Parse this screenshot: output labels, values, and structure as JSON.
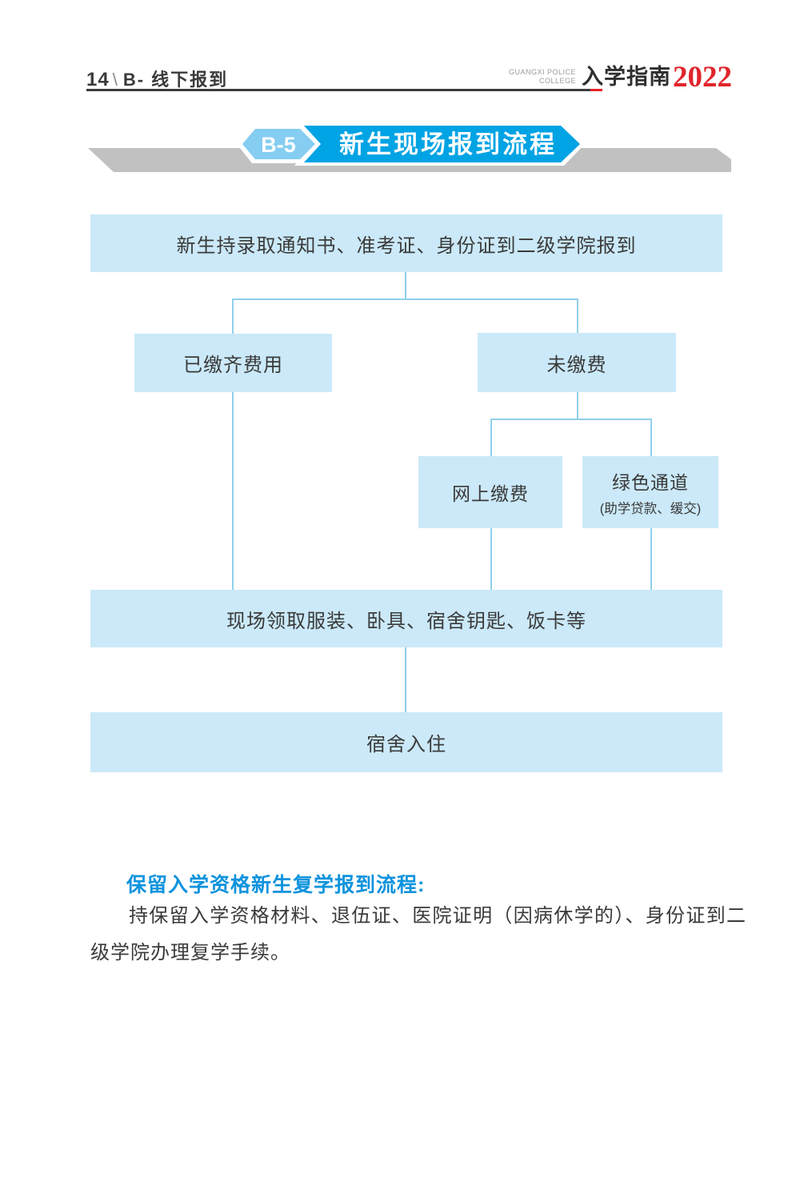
{
  "header": {
    "page_number": "14",
    "separator": "\\",
    "section": "B- 线下报到",
    "brand_en_line1": "GUANGXI POLICE",
    "brand_en_line2": "COLLEGE",
    "brand_cn": "入学指南",
    "year": "2022"
  },
  "banner": {
    "tag": "B-5",
    "title": "新生现场报到流程"
  },
  "flowchart": {
    "report_to_college": "新生持录取通知书、准考证、身份证到二级学院报到",
    "paid": "已缴齐费用",
    "unpaid": "未缴费",
    "online_payment": "网上缴费",
    "green_channel": "绿色通道",
    "green_channel_note": "(助学贷款、缓交)",
    "collect_items": "现场领取服装、卧具、宿舍钥匙、饭卡等",
    "dorm_checkin": "宿舍入住"
  },
  "note": {
    "heading": "保留入学资格新生复学报到流程:",
    "body": "持保留入学资格材料、退伍证、医院证明（因病休学的）、身份证到二级学院办理复学手续。"
  },
  "colors": {
    "box_fill": "#cbe9f8",
    "connector": "#8fd0ea",
    "banner_blue": "#00a3e4",
    "banner_light_blue": "#85cdf1",
    "ribbon_gray": "#c1c1c2",
    "accent_red": "#e62129",
    "heading_blue": "#0e93dd",
    "text_dark": "#3a3a3a"
  }
}
